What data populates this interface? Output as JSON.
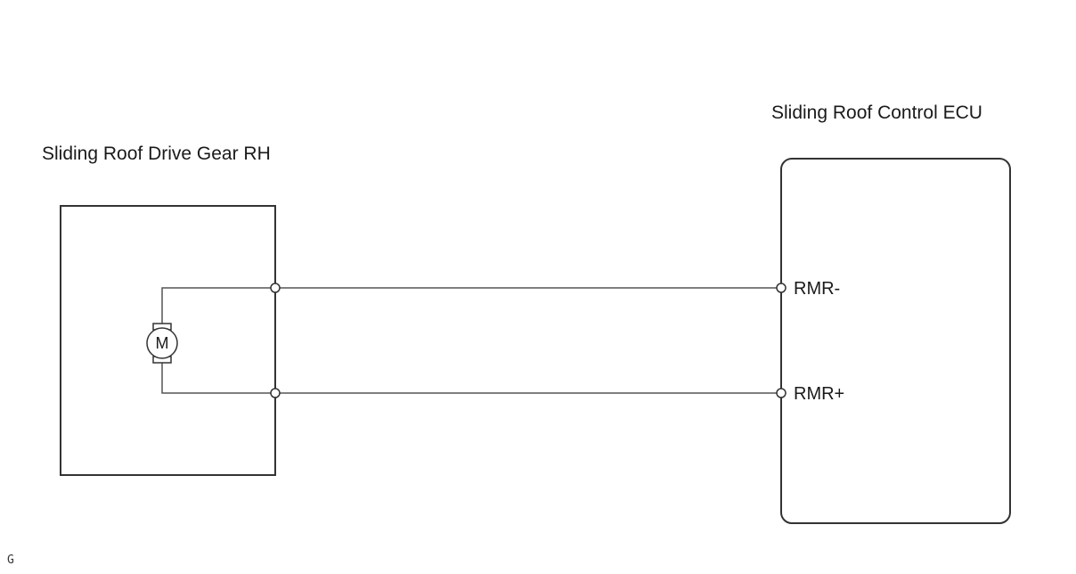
{
  "components": {
    "left": {
      "label": "Sliding Roof Drive Gear RH",
      "motor_symbol": "M"
    },
    "right": {
      "label": "Sliding Roof Control  ECU"
    }
  },
  "pins": {
    "rmr_minus": "RMR-",
    "rmr_plus": "RMR+"
  },
  "footer_mark": "G",
  "colors": {
    "line": "#555555",
    "box": "#333333"
  }
}
